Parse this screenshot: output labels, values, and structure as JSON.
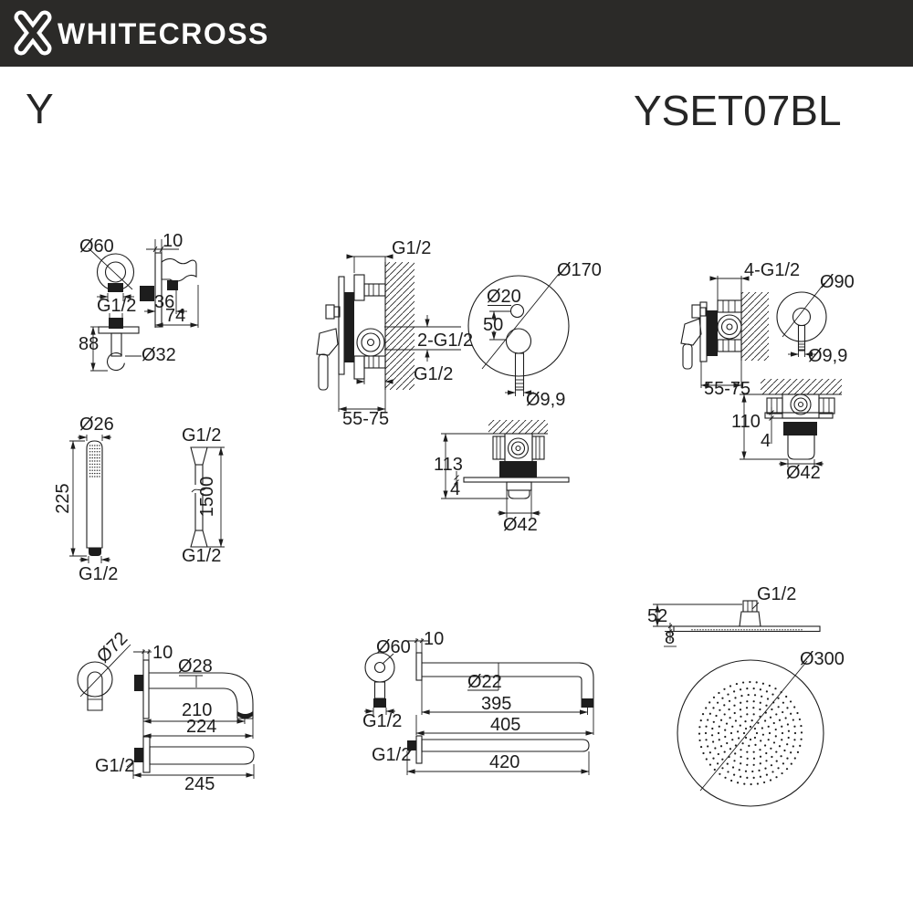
{
  "header": {
    "brand": "WHITECROSS",
    "series": "Y",
    "model": "YSET07BL"
  },
  "holder": {
    "front_diameter": "Ø60",
    "plate_depth": "10",
    "thread": "G1/2",
    "hook_depth": "36",
    "total_depth": "74",
    "height": "88",
    "hook_diameter": "Ø32"
  },
  "mixer_side": {
    "wall_thread": "G1/2",
    "outlet_threads": "2-G1/2",
    "bottom_thread": "G1/2",
    "mount_depth": "55-75"
  },
  "mixer_front": {
    "plate_diameter": "Ø170",
    "button_diameter": "Ø20",
    "spacing": "50",
    "handle_diameter": "Ø9,9"
  },
  "thermo_side": {
    "threads": "4-G1/2",
    "mount_depth": "55-75"
  },
  "thermo_front": {
    "plate_diameter": "Ø90",
    "handle_diameter": "Ø9,9"
  },
  "thermo_top": {
    "depth": "110",
    "plate_thickness": "4",
    "trim_diameter": "Ø42"
  },
  "mixer_top": {
    "depth": "113",
    "plate_thickness": "4",
    "trim_diameter": "Ø42"
  },
  "handshower": {
    "head_diameter": "Ø26",
    "length": "225",
    "thread": "G1/2"
  },
  "hose": {
    "thread_top": "G1/2",
    "length": "1500",
    "thread_bottom": "G1/2"
  },
  "spout": {
    "flange_diameter": "Ø72",
    "flange_depth": "10",
    "tube_diameter": "Ø28",
    "reach": "210",
    "total_reach": "224",
    "thread": "G1/2",
    "straight_length": "245"
  },
  "arm": {
    "flange_diameter": "Ø60",
    "flange_depth": "10",
    "tube_diameter": "Ø22",
    "reach": "395",
    "total_reach": "405",
    "thread_front": "G1/2",
    "thread_side": "G1/2",
    "straight_length": "420"
  },
  "head": {
    "thread": "G1/2",
    "arm_height": "52",
    "edge_thickness": "8",
    "diameter": "Ø300"
  }
}
